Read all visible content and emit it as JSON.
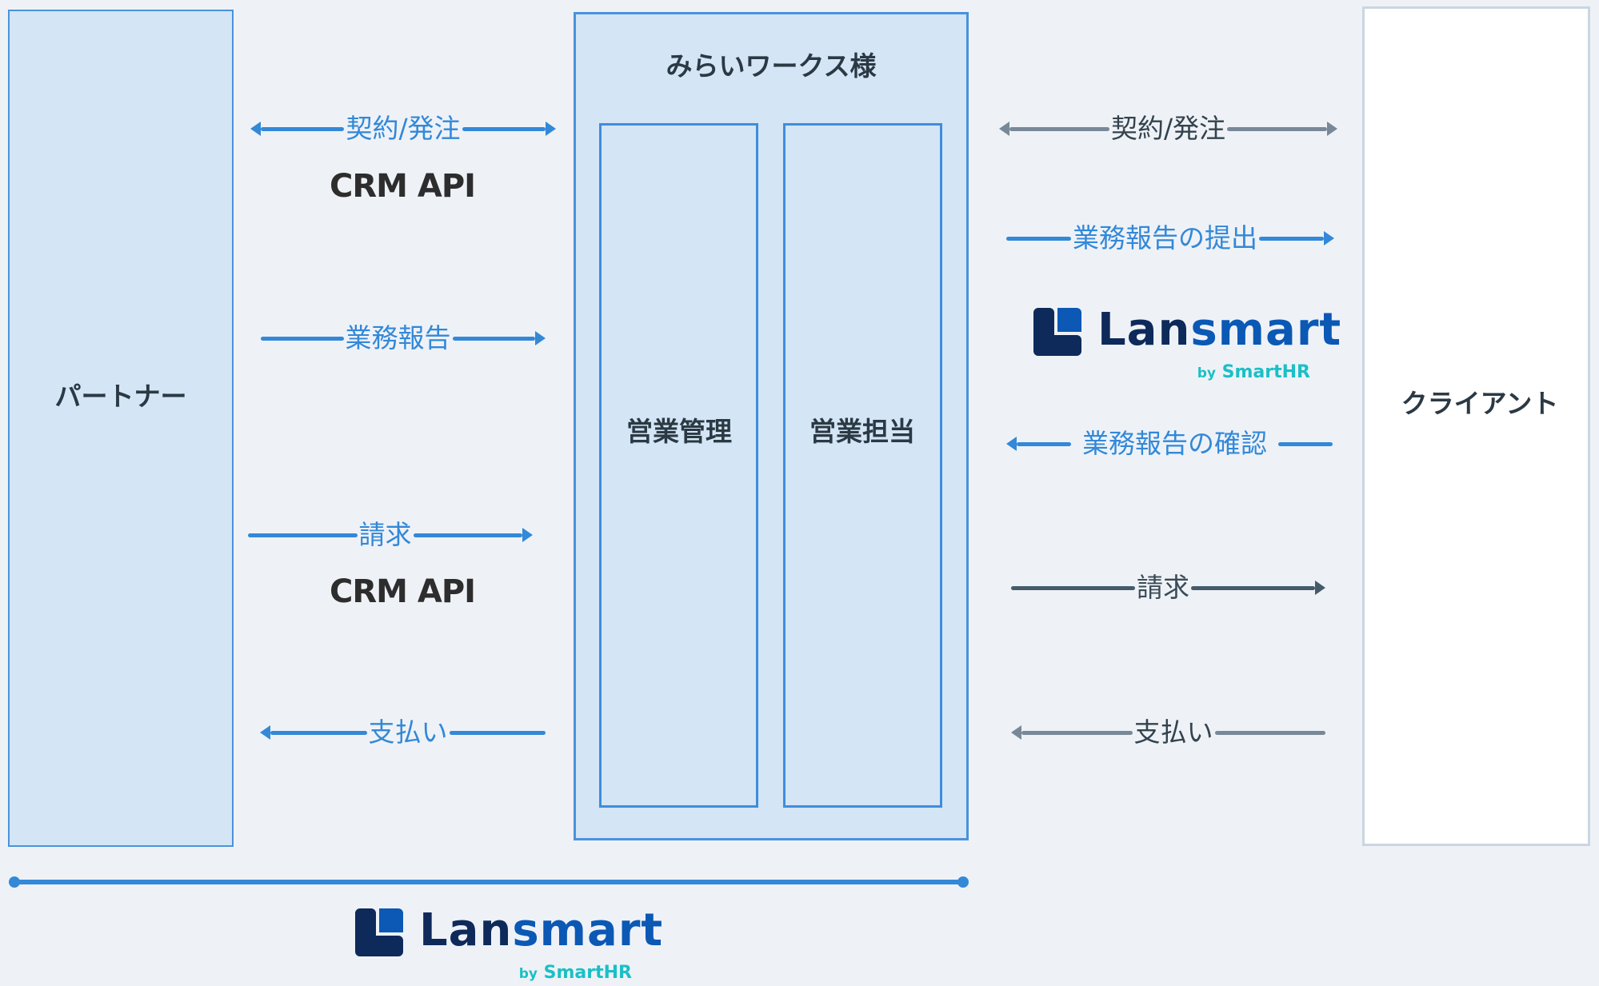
{
  "nodes": {
    "partner": "パートナー",
    "company": "みらいワークス様",
    "sales_management": "営業管理",
    "sales_rep": "営業担当",
    "client": "クライアント"
  },
  "left_flows": [
    {
      "label": "契約/発注",
      "direction": "both",
      "style": "blue",
      "sub_label": "CRM API"
    },
    {
      "label": "業務報告",
      "direction": "right",
      "style": "blue"
    },
    {
      "label": "請求",
      "direction": "right",
      "style": "blue",
      "sub_label": "CRM API"
    },
    {
      "label": "支払い",
      "direction": "left",
      "style": "blue"
    }
  ],
  "right_flows": [
    {
      "label": "契約/発注",
      "direction": "both",
      "style": "gray"
    },
    {
      "label": "業務報告の提出",
      "direction": "right",
      "style": "blue"
    },
    {
      "label": "業務報告の確認",
      "direction": "left",
      "style": "blue"
    },
    {
      "label": "請求",
      "direction": "right",
      "style": "dark"
    },
    {
      "label": "支払い",
      "direction": "left",
      "style": "gray"
    }
  ],
  "logos": {
    "brand_part1": "Lan",
    "brand_part2": "smart",
    "by": "by",
    "by_brand": "SmartHR"
  },
  "colors": {
    "accent_blue": "#3388d8",
    "navy": "#0e2a5a",
    "brand_blue": "#0b58b5",
    "teal": "#1bbfc6",
    "box_fill": "#d4e5f5",
    "background": "#eef2f7"
  }
}
